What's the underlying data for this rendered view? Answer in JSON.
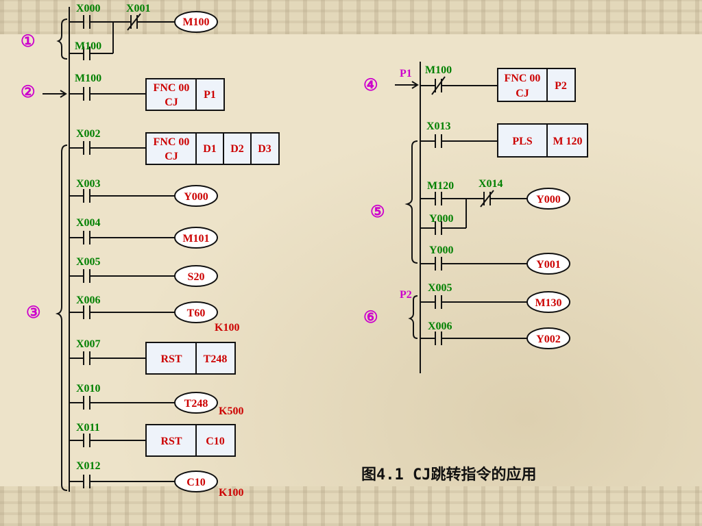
{
  "caption": "图4.1 CJ跳转指令的应用",
  "colors": {
    "contact_label": "#008000",
    "coil_text": "#cc0000",
    "pointer_label": "#cc00cc",
    "region_marker": "#cc00cc",
    "box_fill": "#eef3fa",
    "line": "#111111"
  },
  "markers": {
    "m1": "①",
    "m2": "②",
    "m3": "③",
    "m4": "④",
    "m5": "⑤",
    "m6": "⑥"
  },
  "pointers": {
    "p1": "P1",
    "p2": "P2"
  },
  "left": {
    "x000": "X000",
    "x001": "X001",
    "m100_coil": "M100",
    "m100_seal": "M100",
    "m100_jump": "M100",
    "fnc00_a": "FNC 00",
    "cj_a": "CJ",
    "p1_arg": "P1",
    "x002": "X002",
    "fnc00_b": "FNC 00",
    "cj_b": "CJ",
    "d1": "D1",
    "d2": "D2",
    "d3": "D3",
    "x003": "X003",
    "y000": "Y000",
    "x004": "X004",
    "m101": "M101",
    "x005": "X005",
    "s20": "S20",
    "x006": "X006",
    "t60": "T60",
    "k100_t60": "K100",
    "x007": "X007",
    "rst_a": "RST",
    "t248_rst": "T248",
    "x010": "X010",
    "t248": "T248",
    "k500": "K500",
    "x011": "X011",
    "rst_b": "RST",
    "c10_rst": "C10",
    "x012": "X012",
    "c10": "C10",
    "k100_c10": "K100"
  },
  "right": {
    "m100": "M100",
    "fnc00": "FNC 00",
    "cj": "CJ",
    "p2_arg": "P2",
    "x013": "X013",
    "pls": "PLS",
    "m120_arg": "M 120",
    "m120": "M120",
    "x014": "X014",
    "y000_coil": "Y000",
    "y000_seal": "Y000",
    "y000_contact": "Y000",
    "y001": "Y001",
    "x005": "X005",
    "m130": "M130",
    "x006": "X006",
    "y002": "Y002"
  }
}
